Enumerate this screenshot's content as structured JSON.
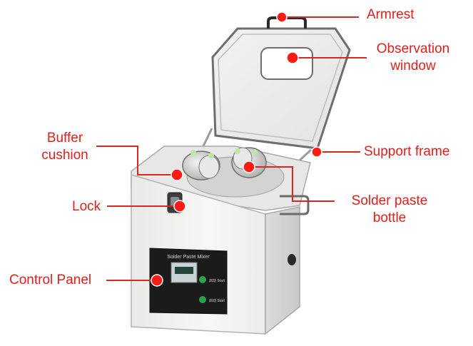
{
  "labels": {
    "armrest": "Armrest",
    "observation_window_line1": "Observation",
    "observation_window_line2": "window",
    "support_frame": "Support frame",
    "buffer_cushion_line1": "Buffer",
    "buffer_cushion_line2": "cushion",
    "lock": "Lock",
    "solder_paste_bottle_line1": "Solder paste",
    "solder_paste_bottle_line2": "bottle",
    "control_panel": "Control Panel"
  },
  "panel_text": {
    "title_en": "Solder Paste Mixer",
    "start_left": "启动 Start",
    "start_right": "启动 Start"
  },
  "colors": {
    "accent": "#e0201c",
    "marker": "#ff1a14",
    "machine_body": "#f4f4f2",
    "panel": "#1b1b1b",
    "indicator_green": "#2ea24a"
  }
}
